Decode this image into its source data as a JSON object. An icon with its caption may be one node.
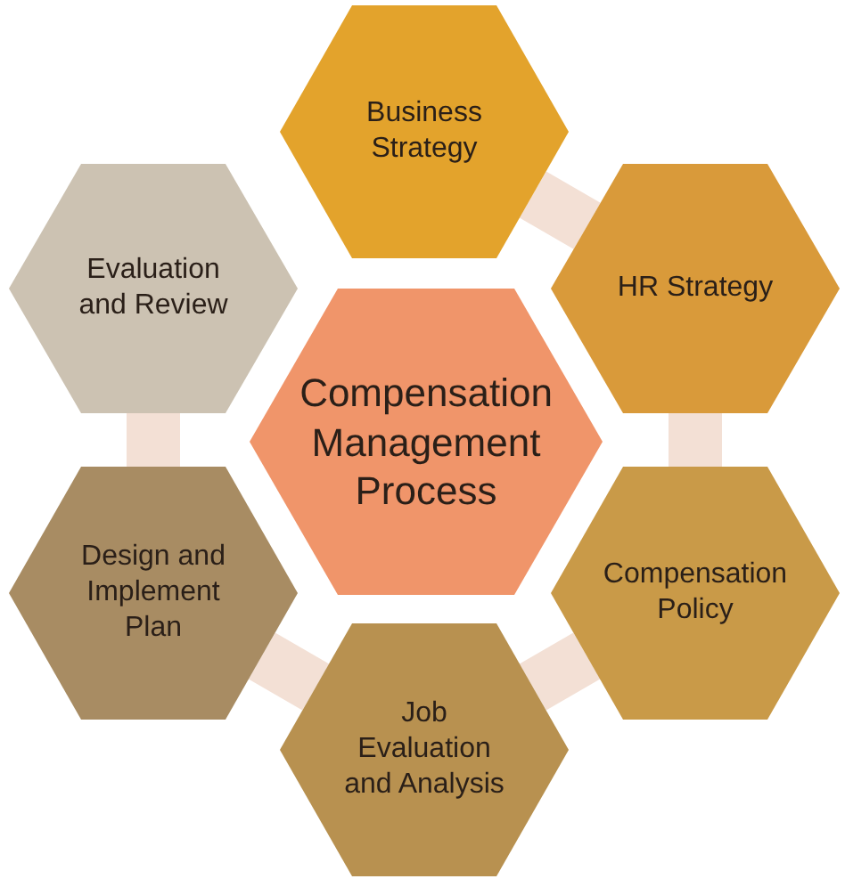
{
  "diagram": {
    "nodes": [
      {
        "text": [
          "Business Strategy"
        ]
      },
      {
        "text": [
          "HR Strategy"
        ]
      },
      {
        "text": [
          "Compensation Policy"
        ]
      },
      {
        "text": [
          "Job Evaluation and Analysis"
        ]
      },
      {
        "text": [
          "Design and Implement Plan"
        ]
      },
      {
        "text": [
          "Evaluation and Review"
        ]
      },
      {
        "text": [
          "Compensation Management Process"
        ]
      }
    ],
    "edges": [
      {
        "from": 0,
        "to": 1,
        "arrow": "none"
      },
      {
        "from": 1,
        "to": 2,
        "arrow": "none"
      },
      {
        "from": 2,
        "to": 3,
        "arrow": "none"
      },
      {
        "from": 3,
        "to": 4,
        "arrow": "none"
      },
      {
        "from": 4,
        "to": 5,
        "arrow": "none"
      }
    ]
  }
}
